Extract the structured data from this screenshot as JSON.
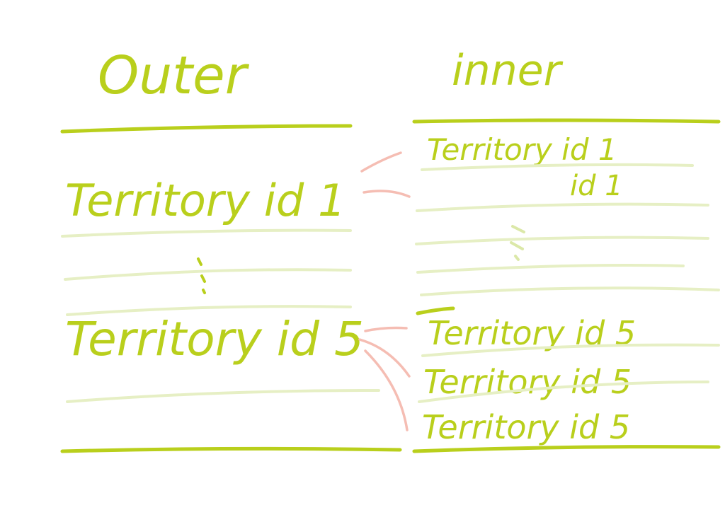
{
  "outer": {
    "title": "Outer",
    "rows": [
      "Territory id 1",
      "Territory id 5"
    ]
  },
  "inner": {
    "title": "inner",
    "rows": [
      "Territory id 1",
      "id 1",
      "Territory id 5",
      "Territory id 5",
      "Territory id 5"
    ]
  },
  "colors": {
    "ink": "#b9cf1c",
    "row_line": "#e6efc4",
    "link": "#f5bdb3"
  }
}
